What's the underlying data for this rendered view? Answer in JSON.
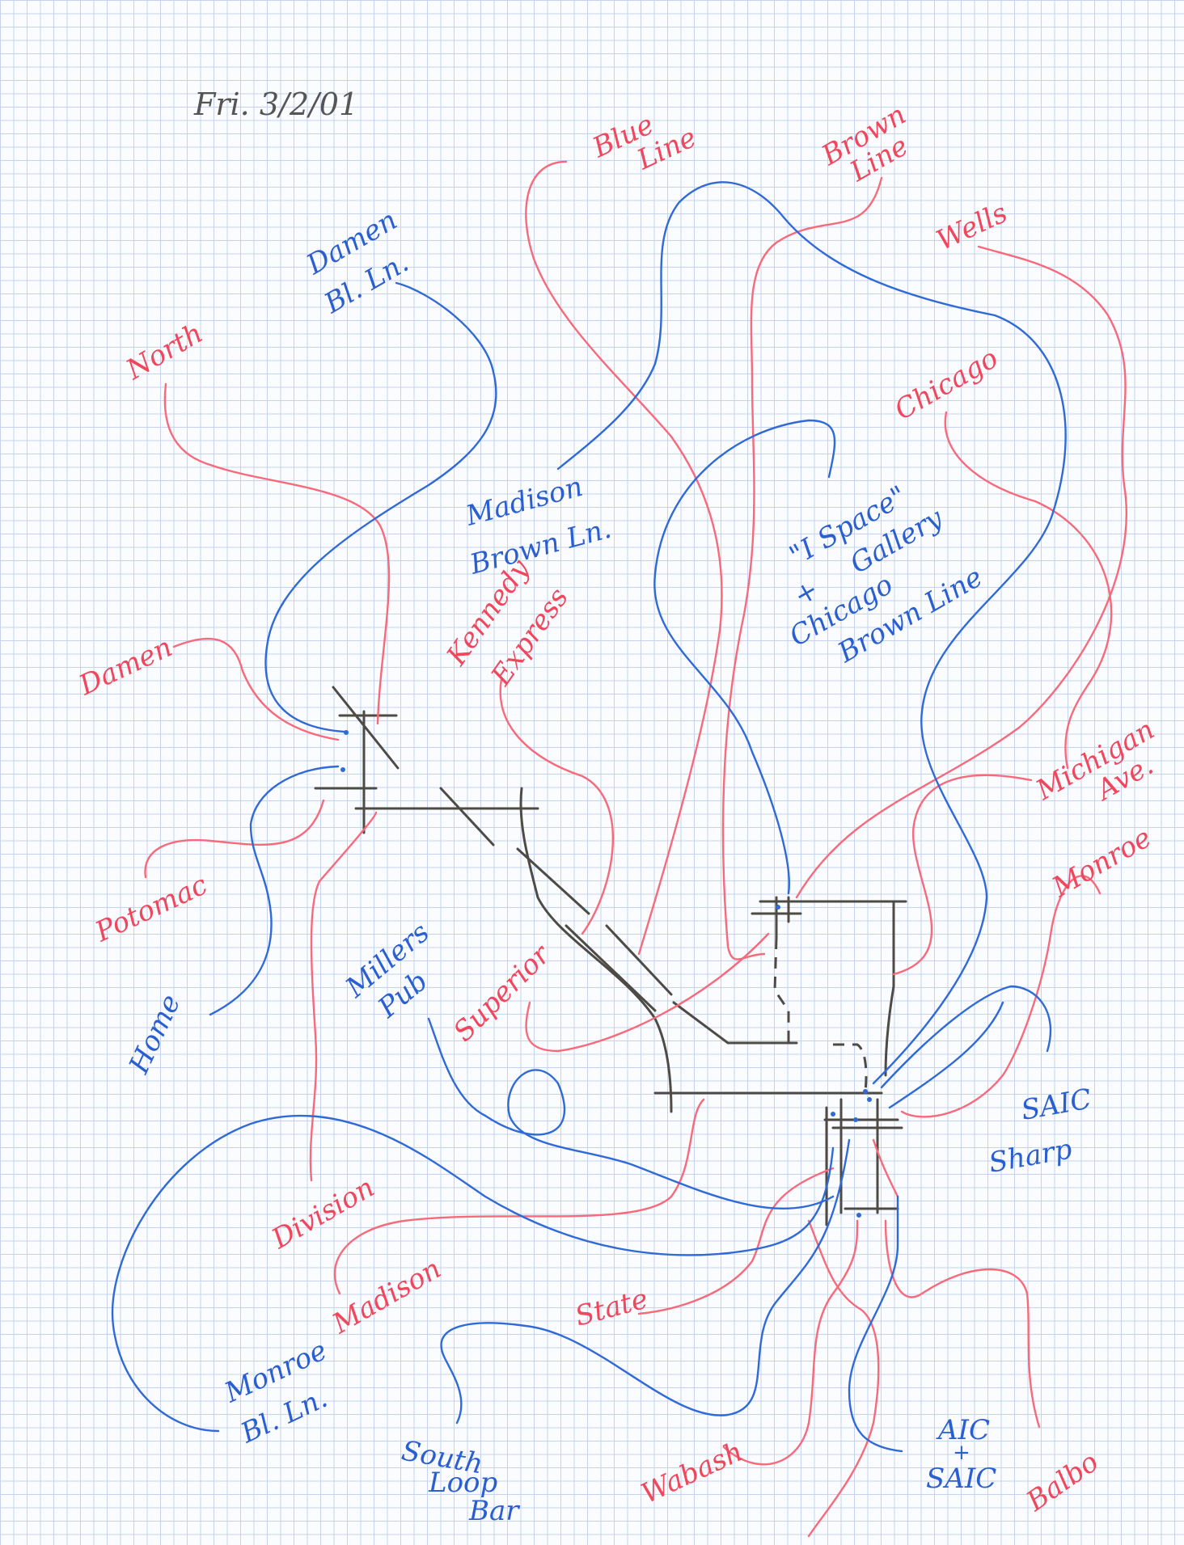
{
  "date": "Fri.  3/2/01",
  "labels": {
    "north": "North",
    "damen_bl": [
      "Damen",
      "Bl. Ln."
    ],
    "blue_line": [
      "Blue",
      "Line"
    ],
    "brown_line": [
      "Brown",
      "Line"
    ],
    "wells": "Wells",
    "chicago": "Chicago",
    "madison_brown": [
      "Madison",
      "Brown Ln."
    ],
    "i_space": [
      "\"I Space\"",
      "Gallery",
      "+",
      "Chicago",
      "Brown Line"
    ],
    "kennedy": [
      "Kennedy",
      "Express"
    ],
    "damen": "Damen",
    "potomac": "Potomac",
    "home": "Home",
    "millers": [
      "Millers",
      "Pub"
    ],
    "superior": "Superior",
    "michigan": [
      "Michigan",
      "Ave."
    ],
    "monroe_red": "Monroe",
    "saic_sharp": [
      "SAIC",
      "Sharp"
    ],
    "division": "Division",
    "madison_red": "Madison",
    "state": "State",
    "monroe_bl": [
      "Monroe",
      "Bl. Ln."
    ],
    "south_loop": [
      "South",
      "Loop",
      "Bar"
    ],
    "wabash": "Wabash",
    "aic": [
      "AIC",
      "+",
      "SAIC"
    ],
    "balbo": "Balbo"
  },
  "colors": {
    "red_ink": "#f0475c",
    "blue_ink": "#2a5fd0",
    "pencil": "#4e4b45",
    "grid": "#c5d3ee"
  }
}
